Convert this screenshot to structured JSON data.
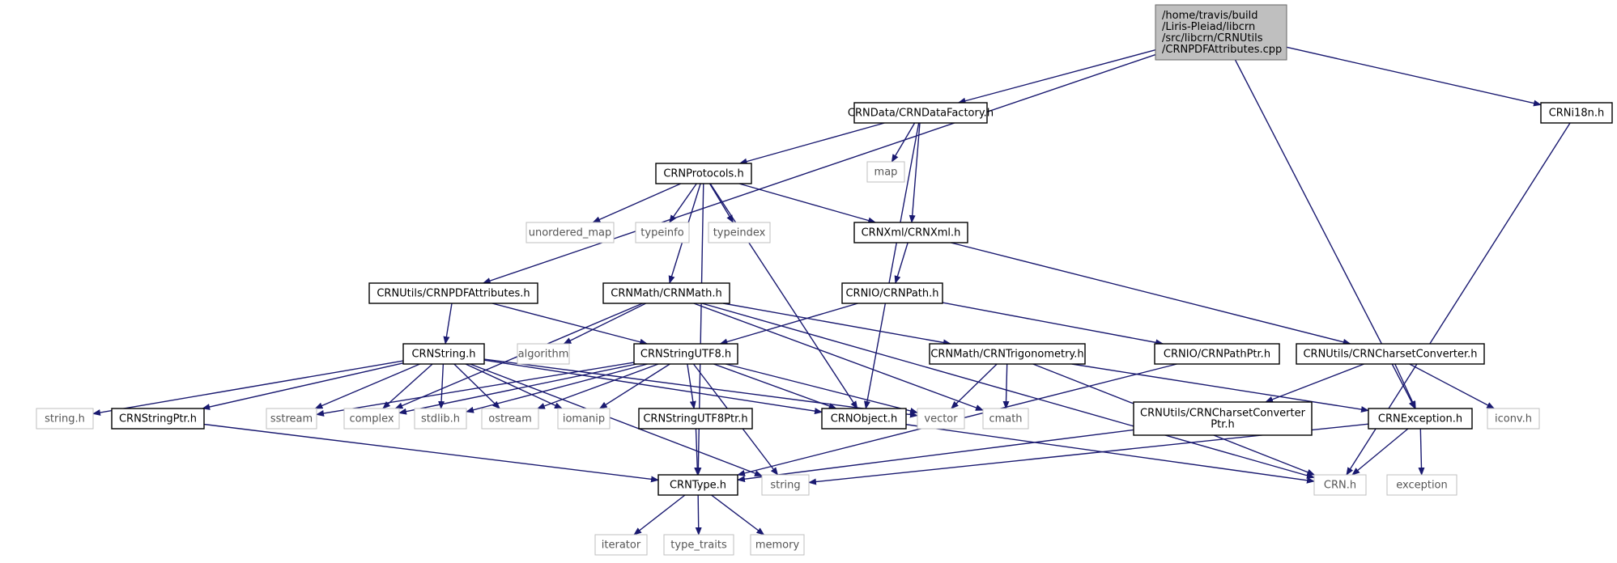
{
  "diagram": {
    "root_lines": [
      "/home/travis/build",
      "/Liris-Pleiad/libcrn",
      "/src/libcrn/CRNUtils",
      "/CRNPDFAttributes.cpp"
    ],
    "nodes": {
      "root": {
        "lines": [
          "/home/travis/build",
          "/Liris-Pleiad/libcrn",
          "/src/libcrn/CRNUtils",
          "/CRNPDFAttributes.cpp"
        ],
        "style": "root"
      },
      "datafactory": {
        "lines": [
          "CRNData/CRNDataFactory.h"
        ],
        "style": "doc"
      },
      "i18n": {
        "lines": [
          "CRNi18n.h"
        ],
        "style": "doc"
      },
      "map": {
        "lines": [
          "map"
        ],
        "style": "sys"
      },
      "protocols": {
        "lines": [
          "CRNProtocols.h"
        ],
        "style": "doc"
      },
      "unordered_map": {
        "lines": [
          "unordered_map"
        ],
        "style": "sys"
      },
      "typeinfo": {
        "lines": [
          "typeinfo"
        ],
        "style": "sys"
      },
      "typeindex": {
        "lines": [
          "typeindex"
        ],
        "style": "sys"
      },
      "xml": {
        "lines": [
          "CRNXml/CRNXml.h"
        ],
        "style": "doc"
      },
      "pdfattr": {
        "lines": [
          "CRNUtils/CRNPDFAttributes.h"
        ],
        "style": "doc"
      },
      "math": {
        "lines": [
          "CRNMath/CRNMath.h"
        ],
        "style": "doc"
      },
      "path": {
        "lines": [
          "CRNIO/CRNPath.h"
        ],
        "style": "doc"
      },
      "string": {
        "lines": [
          "CRNString.h"
        ],
        "style": "doc"
      },
      "algorithm": {
        "lines": [
          "algorithm"
        ],
        "style": "sys"
      },
      "utf8": {
        "lines": [
          "CRNStringUTF8.h"
        ],
        "style": "doc"
      },
      "trig": {
        "lines": [
          "CRNMath/CRNTrigonometry.h"
        ],
        "style": "doc"
      },
      "pathptr": {
        "lines": [
          "CRNIO/CRNPathPtr.h"
        ],
        "style": "doc"
      },
      "charset": {
        "lines": [
          "CRNUtils/CRNCharsetConverter.h"
        ],
        "style": "doc"
      },
      "string_h": {
        "lines": [
          "string.h"
        ],
        "style": "sys"
      },
      "stringptr": {
        "lines": [
          "CRNStringPtr.h"
        ],
        "style": "doc"
      },
      "sstream": {
        "lines": [
          "sstream"
        ],
        "style": "sys"
      },
      "complex": {
        "lines": [
          "complex"
        ],
        "style": "sys"
      },
      "stdlib": {
        "lines": [
          "stdlib.h"
        ],
        "style": "sys"
      },
      "ostream": {
        "lines": [
          "ostream"
        ],
        "style": "sys"
      },
      "iomanip": {
        "lines": [
          "iomanip"
        ],
        "style": "sys"
      },
      "utf8ptr": {
        "lines": [
          "CRNStringUTF8Ptr.h"
        ],
        "style": "doc"
      },
      "object": {
        "lines": [
          "CRNObject.h"
        ],
        "style": "doc"
      },
      "vector": {
        "lines": [
          "vector"
        ],
        "style": "sys"
      },
      "cmath": {
        "lines": [
          "cmath"
        ],
        "style": "sys"
      },
      "charsetptr": {
        "lines": [
          "CRNUtils/CRNCharsetConverter",
          "Ptr.h"
        ],
        "style": "doc"
      },
      "exception_h": {
        "lines": [
          "CRNException.h"
        ],
        "style": "doc"
      },
      "iconv": {
        "lines": [
          "iconv.h"
        ],
        "style": "sys"
      },
      "type": {
        "lines": [
          "CRNType.h"
        ],
        "style": "doc"
      },
      "stdstring": {
        "lines": [
          "string"
        ],
        "style": "sys"
      },
      "crn": {
        "lines": [
          "CRN.h"
        ],
        "style": "sys"
      },
      "exception": {
        "lines": [
          "exception"
        ],
        "style": "sys"
      },
      "iterator": {
        "lines": [
          "iterator"
        ],
        "style": "sys"
      },
      "type_traits": {
        "lines": [
          "type_traits"
        ],
        "style": "sys"
      },
      "memory": {
        "lines": [
          "memory"
        ],
        "style": "sys"
      }
    },
    "edges": [
      [
        "root",
        "datafactory"
      ],
      [
        "root",
        "pdfattr"
      ],
      [
        "root",
        "i18n"
      ],
      [
        "root",
        "exception_h"
      ],
      [
        "datafactory",
        "map"
      ],
      [
        "datafactory",
        "protocols"
      ],
      [
        "datafactory",
        "xml"
      ],
      [
        "datafactory",
        "object"
      ],
      [
        "i18n",
        "crn"
      ],
      [
        "protocols",
        "type"
      ],
      [
        "protocols",
        "unordered_map"
      ],
      [
        "protocols",
        "typeinfo"
      ],
      [
        "protocols",
        "typeindex"
      ],
      [
        "protocols",
        "xml"
      ],
      [
        "protocols",
        "math"
      ],
      [
        "protocols",
        "object"
      ],
      [
        "xml",
        "path"
      ],
      [
        "xml",
        "charset"
      ],
      [
        "pdfattr",
        "string"
      ],
      [
        "pdfattr",
        "utf8"
      ],
      [
        "math",
        "algorithm"
      ],
      [
        "math",
        "complex"
      ],
      [
        "math",
        "cmath"
      ],
      [
        "math",
        "trig"
      ],
      [
        "math",
        "crn"
      ],
      [
        "path",
        "utf8"
      ],
      [
        "path",
        "pathptr"
      ],
      [
        "string",
        "string_h"
      ],
      [
        "string",
        "stringptr"
      ],
      [
        "string",
        "sstream"
      ],
      [
        "string",
        "complex"
      ],
      [
        "string",
        "stdlib"
      ],
      [
        "string",
        "ostream"
      ],
      [
        "string",
        "iomanip"
      ],
      [
        "string",
        "object"
      ],
      [
        "string",
        "vector"
      ],
      [
        "string",
        "stdstring"
      ],
      [
        "utf8",
        "sstream"
      ],
      [
        "utf8",
        "complex"
      ],
      [
        "utf8",
        "stdlib"
      ],
      [
        "utf8",
        "ostream"
      ],
      [
        "utf8",
        "iomanip"
      ],
      [
        "utf8",
        "utf8ptr"
      ],
      [
        "utf8",
        "object"
      ],
      [
        "utf8",
        "vector"
      ],
      [
        "utf8",
        "stdstring"
      ],
      [
        "trig",
        "vector"
      ],
      [
        "trig",
        "cmath"
      ],
      [
        "trig",
        "exception_h"
      ],
      [
        "trig",
        "crn"
      ],
      [
        "pathptr",
        "type"
      ],
      [
        "charset",
        "charsetptr"
      ],
      [
        "charset",
        "exception_h"
      ],
      [
        "charset",
        "iconv"
      ],
      [
        "stringptr",
        "type"
      ],
      [
        "utf8ptr",
        "type"
      ],
      [
        "object",
        "crn"
      ],
      [
        "charsetptr",
        "type"
      ],
      [
        "exception_h",
        "stdstring"
      ],
      [
        "exception_h",
        "crn"
      ],
      [
        "exception_h",
        "exception"
      ],
      [
        "type",
        "iterator"
      ],
      [
        "type",
        "type_traits"
      ],
      [
        "type",
        "memory"
      ]
    ],
    "colors": {
      "edge": "#191970",
      "doc_border": "#000000",
      "sys_border": "#bfbfbf",
      "sys_text": "#555555",
      "root_fill": "#bfbfbf",
      "root_border": "#666666"
    }
  }
}
